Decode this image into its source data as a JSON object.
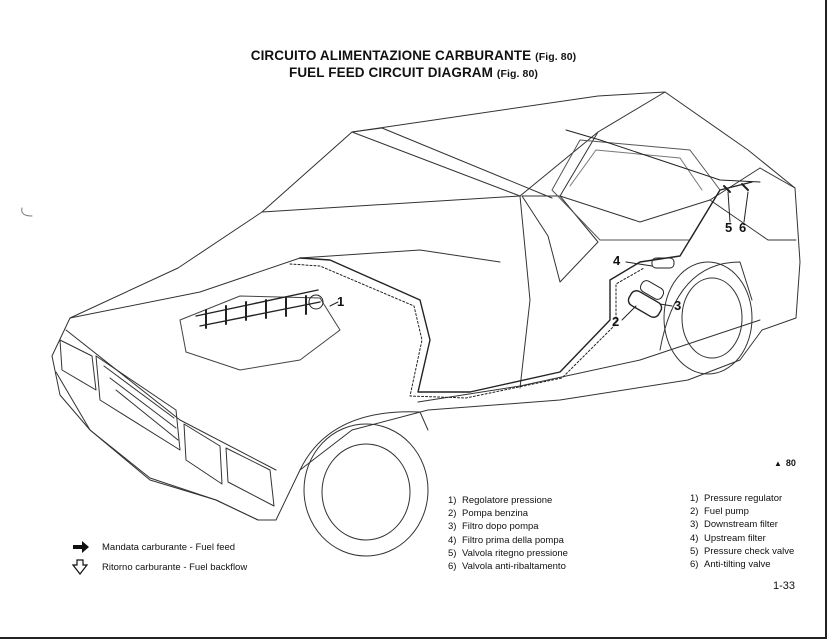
{
  "title": {
    "it": "CIRCUITO ALIMENTAZIONE CARBURANTE",
    "en": "FUEL FEED CIRCUIT DIAGRAM",
    "fig": "(Fig. 80)"
  },
  "figure_ref": {
    "marker": "▲",
    "number": "80"
  },
  "callouts": [
    "1",
    "2",
    "3",
    "4",
    "5",
    "6"
  ],
  "legend_it": [
    {
      "n": "1)",
      "label": "Regolatore pressione"
    },
    {
      "n": "2)",
      "label": "Pompa benzina"
    },
    {
      "n": "3)",
      "label": "Filtro dopo pompa"
    },
    {
      "n": "4)",
      "label": "Filtro prima della pompa"
    },
    {
      "n": "5)",
      "label": "Valvola ritegno pressione"
    },
    {
      "n": "6)",
      "label": "Valvola anti-ribaltamento"
    }
  ],
  "legend_en": [
    {
      "n": "1)",
      "label": "Pressure regulator"
    },
    {
      "n": "2)",
      "label": "Fuel pump"
    },
    {
      "n": "3)",
      "label": "Downstream filter"
    },
    {
      "n": "4)",
      "label": "Upstream filter"
    },
    {
      "n": "5)",
      "label": "Pressure check valve"
    },
    {
      "n": "6)",
      "label": "Anti-tilting valve"
    }
  ],
  "keys": [
    {
      "icon": "solid-arrow-icon",
      "label": "Mandata carburante  -  Fuel feed"
    },
    {
      "icon": "outline-arrow-icon",
      "label": "Ritorno carburante  -  Fuel backflow"
    }
  ],
  "page_number": "1-33",
  "colors": {
    "ink": "#111111",
    "line": "#333333",
    "paper": "#ffffff"
  }
}
